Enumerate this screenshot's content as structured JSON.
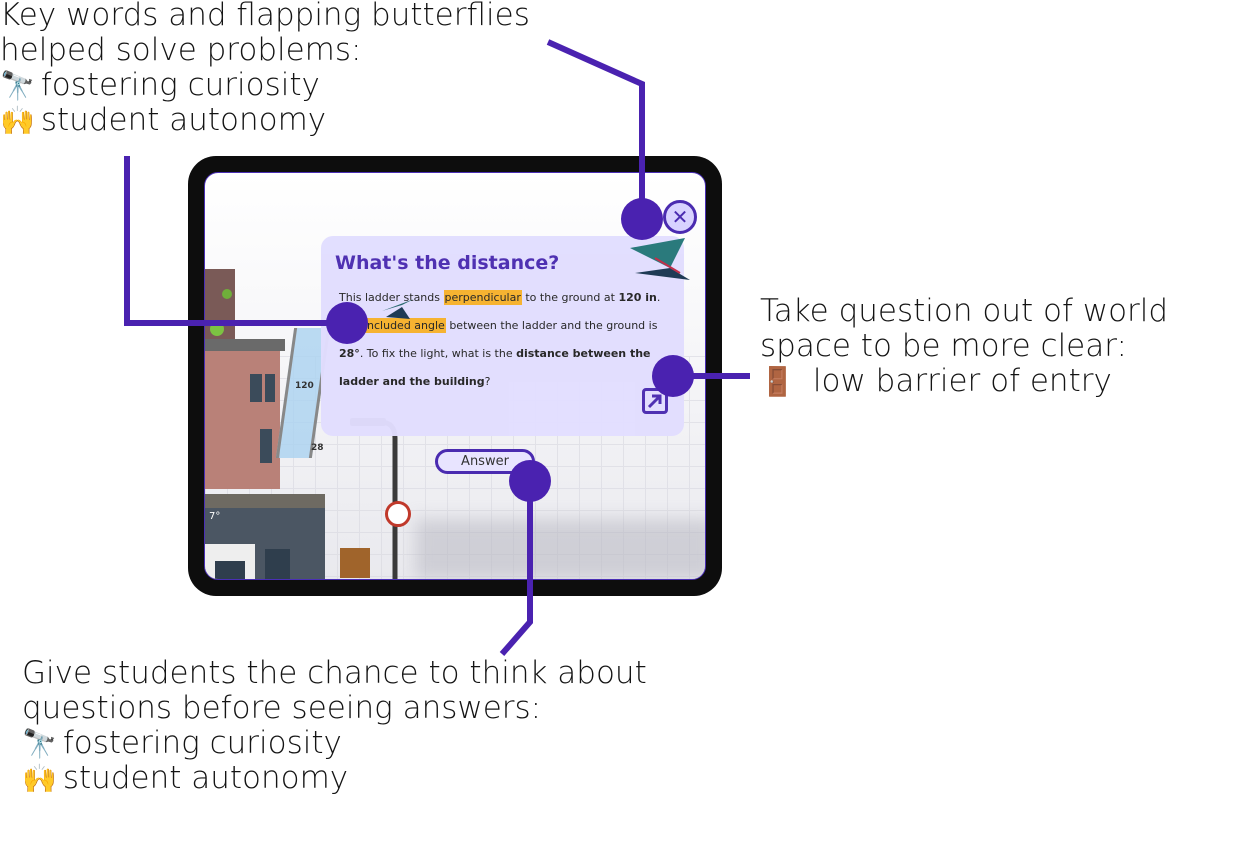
{
  "annotations": {
    "top_left": {
      "line1": "Key words and flapping butterflies",
      "line2": "helped solve problems:",
      "item1_icon": "🔭",
      "item1": "fostering curiosity",
      "item2_icon": "🙌",
      "item2": "student autonomy"
    },
    "right": {
      "line1": "Take question out of world",
      "line2": "space to be more clear:",
      "item1_icon": "🚪",
      "item1": "low barrier of entry"
    },
    "bottom": {
      "line1": "Give students the chance to think about",
      "line2": "questions before seeing answers:",
      "item1_icon": "🔭",
      "item1": "fostering curiosity",
      "item2_icon": "🙌",
      "item2": "student autonomy"
    }
  },
  "question_card": {
    "title": "What's the distance?",
    "text_1": "This ladder stands ",
    "highlight_1": "perpendicular",
    "text_2": " to the ground at ",
    "bold_1": "120 in",
    "text_3": ". The ",
    "highlight_2": "included angle",
    "text_4": " between the ladder and the ground is ",
    "bold_2": "28°",
    "text_5": ". To fix the light, what is the ",
    "bold_3": "distance between the ladder and the building",
    "text_6": "?"
  },
  "buttons": {
    "answer": "Answer",
    "close": "✕"
  },
  "scene_labels": {
    "ladder_length": "120",
    "angle": "28",
    "temperature": "7°"
  },
  "colors": {
    "accent": "#4a2bb0",
    "card_bg": "#e2deff",
    "highlight": "#f6b12b",
    "callout_line": "#4a22b0"
  },
  "icons": {
    "close": "close-icon",
    "expand": "expand-icon",
    "butterfly": "butterfly-icon"
  }
}
